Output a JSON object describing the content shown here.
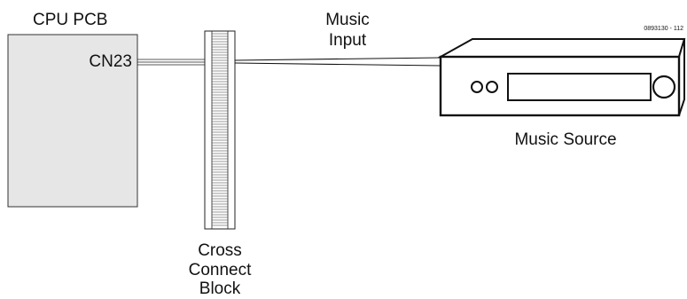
{
  "labels": {
    "cpu_pcb": "CPU PCB",
    "cn23": "CN23",
    "music_input_line1": "Music",
    "music_input_line2": "Input",
    "cross_connect_line1": "Cross",
    "cross_connect_line2": "Connect",
    "cross_connect_line3": "Block",
    "music_source": "Music Source",
    "figure_code": "0893130 - 112"
  },
  "colors": {
    "pcb_fill": "#e6e6e6",
    "outline": "#111111",
    "background": "#ffffff"
  }
}
